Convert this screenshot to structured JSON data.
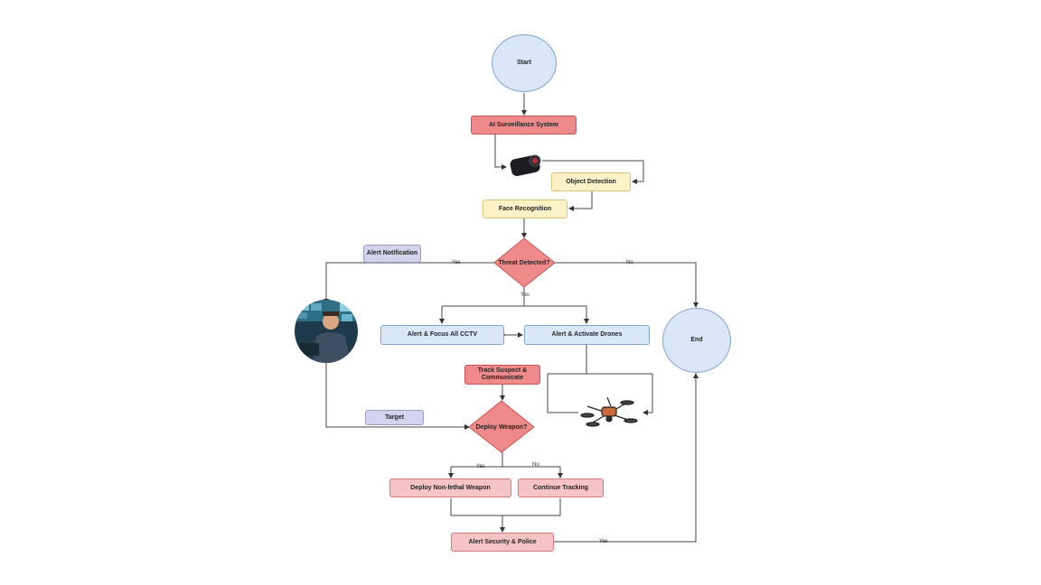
{
  "nodes": {
    "start": "Start",
    "ai_surveillance": "AI Surveillance System",
    "object_detection": "Object Detection",
    "face_recognition": "Face Recognition",
    "threat_detected": "Threat Detected?",
    "alert_notification": "Alert Notification",
    "alert_focus_cctv": "Alert & Focus All CCTV",
    "alert_activate_drones": "Alert & Activate  Drones",
    "end": "End",
    "track_suspect": "Track Suspect & Communicate",
    "target": "Target",
    "deploy_weapon": "Deploy Weapon?",
    "deploy_nonlethal": "Deploy Non-lethal Weapon",
    "continue_tracking": "Continue Tracking",
    "alert_security": "Alert Security & Police"
  },
  "edge_labels": {
    "threat_yes_left": "Yes",
    "threat_no": "No",
    "threat_yes_down": "Yes",
    "weapon_yes": "Yes",
    "weapon_no": "No",
    "security_yes": "Yes"
  },
  "images": {
    "camera": "camera-icon",
    "operator": "security-operator-photo",
    "drone": "drone-icon"
  },
  "colors": {
    "red_node": "#ef8a8a",
    "pink_node": "#f6c4c4",
    "yellow_node": "#fdf1c8",
    "blue_node": "#d9e7f8",
    "lavender_node": "#d2d3ec",
    "line": "#444444"
  }
}
